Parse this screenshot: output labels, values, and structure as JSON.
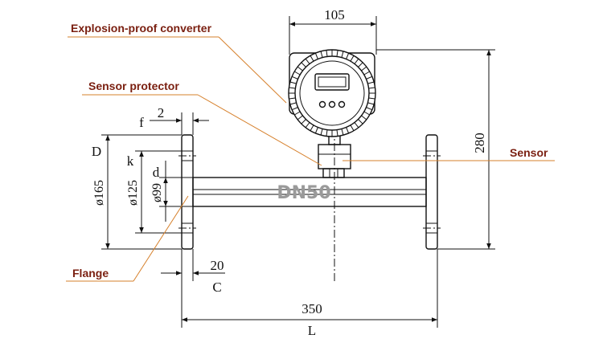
{
  "nominal_size": "DN50",
  "callouts": {
    "converter": "Explosion-proof converter",
    "protector": "Sensor protector",
    "sensor": "Sensor",
    "flange": "Flange"
  },
  "dimensions": {
    "converter_width": "105",
    "height_total": "280",
    "flange_thickness_value": "2",
    "flange_thickness_letter": "f",
    "flange_width_value": "20",
    "flange_width_letter": "C",
    "length_value": "350",
    "length_letter": "L",
    "outer_diameter_letter": "D",
    "outer_diameter_value": "ø165",
    "bolt_circle_letter": "k",
    "bolt_circle_value": "ø125",
    "bore_letter": "d",
    "bore_value": "ø99"
  },
  "colors": {
    "leader": "#d6802b",
    "callout_text": "#7a1f10",
    "line": "#111111",
    "watermark": "#9a9a9a"
  }
}
